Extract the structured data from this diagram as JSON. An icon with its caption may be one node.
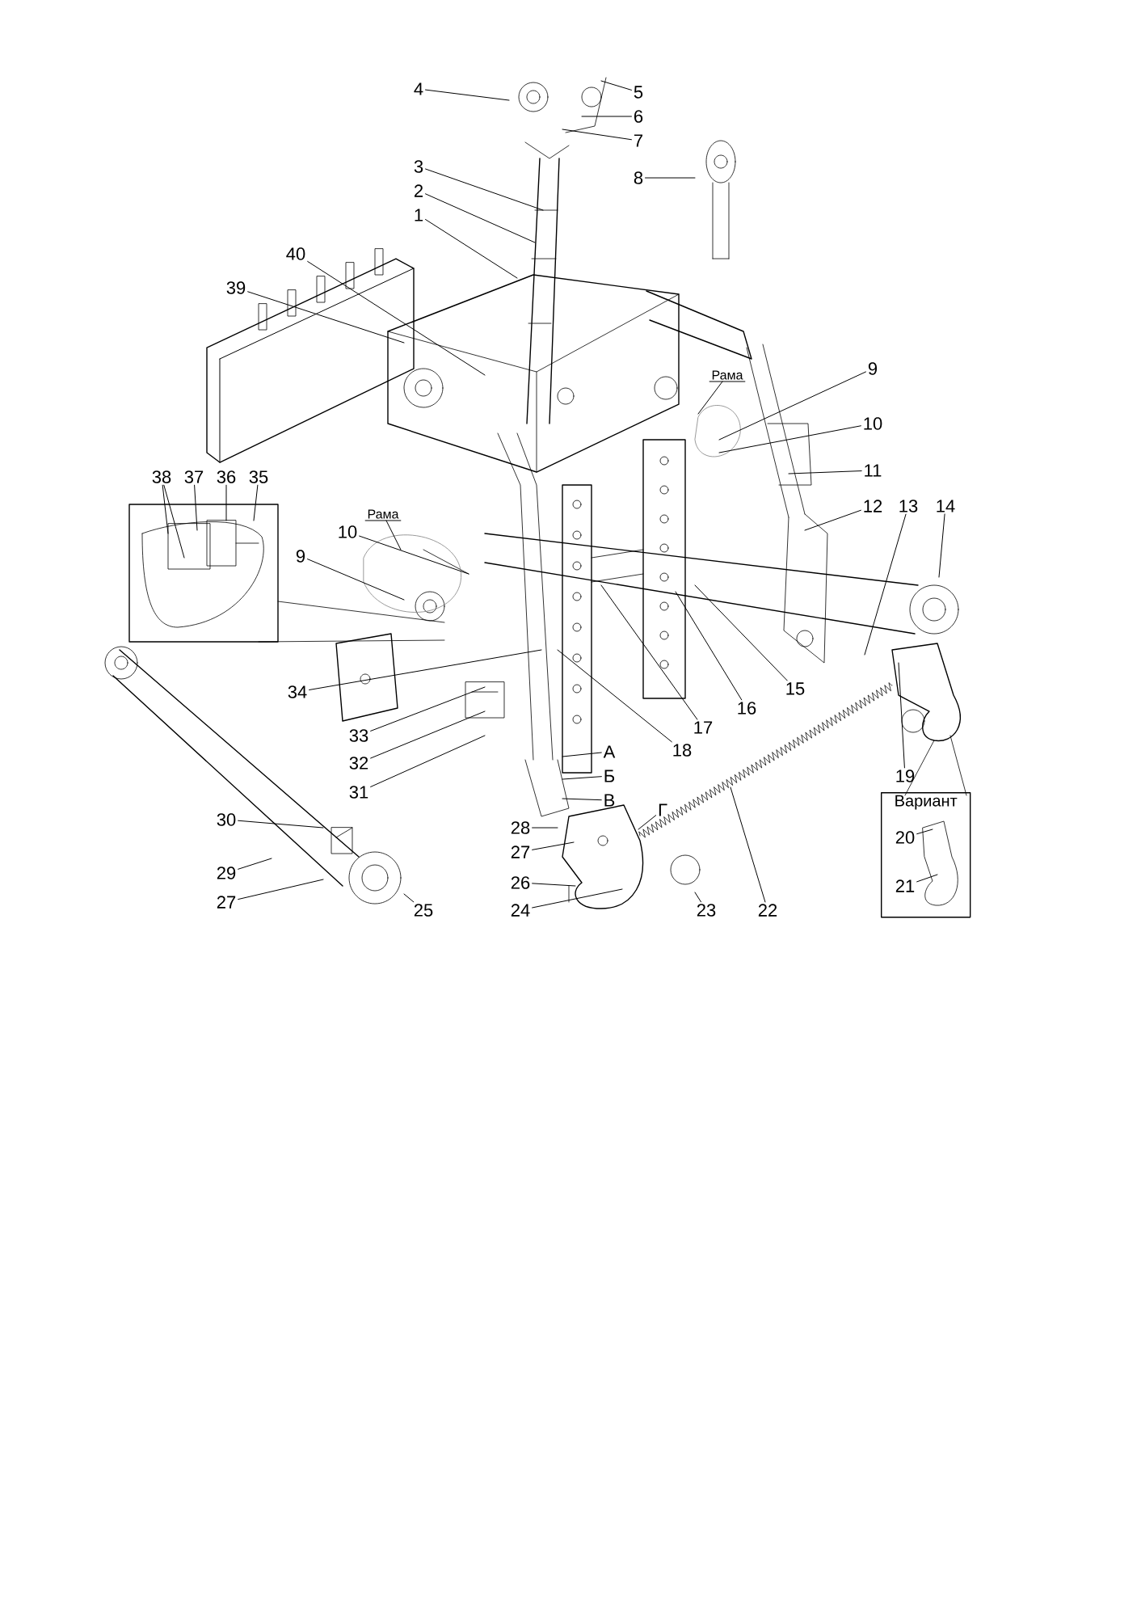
{
  "diagram": {
    "nodes": [
      {
        "text": [
          "4"
        ]
      },
      {
        "text": [
          "5"
        ]
      },
      {
        "text": [
          "6"
        ]
      },
      {
        "text": [
          "7"
        ]
      },
      {
        "text": [
          "3"
        ]
      },
      {
        "text": [
          "8"
        ]
      },
      {
        "text": [
          "2"
        ]
      },
      {
        "text": [
          "1"
        ]
      },
      {
        "text": [
          "40"
        ]
      },
      {
        "text": [
          "39"
        ]
      },
      {
        "text": [
          "9"
        ]
      },
      {
        "text": [
          "Рама"
        ]
      },
      {
        "text": [
          "10"
        ]
      },
      {
        "text": [
          "11"
        ]
      },
      {
        "text": [
          "38"
        ]
      },
      {
        "text": [
          "37"
        ]
      },
      {
        "text": [
          "36"
        ]
      },
      {
        "text": [
          "35"
        ]
      },
      {
        "text": [
          "12"
        ]
      },
      {
        "text": [
          "13"
        ]
      },
      {
        "text": [
          "14"
        ]
      },
      {
        "text": [
          "Рама"
        ]
      },
      {
        "text": [
          "10"
        ]
      },
      {
        "text": [
          "9"
        ]
      },
      {
        "text": [
          "34"
        ]
      },
      {
        "text": [
          "15"
        ]
      },
      {
        "text": [
          "16"
        ]
      },
      {
        "text": [
          "17"
        ]
      },
      {
        "text": [
          "33"
        ]
      },
      {
        "text": [
          "18"
        ]
      },
      {
        "text": [
          "32"
        ]
      },
      {
        "text": [
          "А"
        ]
      },
      {
        "text": [
          "19"
        ]
      },
      {
        "text": [
          "31"
        ]
      },
      {
        "text": [
          "Б"
        ]
      },
      {
        "text": [
          "В"
        ]
      },
      {
        "text": [
          "Вариант"
        ]
      },
      {
        "text": [
          "20"
        ],
        "in": 36
      },
      {
        "text": [
          "30"
        ]
      },
      {
        "text": [
          "Г"
        ]
      },
      {
        "text": [
          "28"
        ]
      },
      {
        "text": [
          "27"
        ]
      },
      {
        "text": [
          "29"
        ]
      },
      {
        "text": [
          "21"
        ],
        "in": 36
      },
      {
        "text": [
          "26"
        ]
      },
      {
        "text": [
          "27"
        ]
      },
      {
        "text": [
          "25"
        ]
      },
      {
        "text": [
          "24"
        ]
      },
      {
        "text": [
          "23"
        ]
      },
      {
        "text": [
          "22"
        ]
      }
    ],
    "edges": [
      {
        "from": 0,
        "to": null,
        "arrow": "none"
      },
      {
        "from": 1,
        "to": null,
        "arrow": "none"
      },
      {
        "from": 2,
        "to": null,
        "arrow": "none"
      },
      {
        "from": 3,
        "to": null,
        "arrow": "none"
      },
      {
        "from": 4,
        "to": null,
        "arrow": "none"
      },
      {
        "from": 5,
        "to": null,
        "arrow": "none"
      },
      {
        "from": 6,
        "to": null,
        "arrow": "none"
      },
      {
        "from": 7,
        "to": null,
        "arrow": "none"
      },
      {
        "from": 8,
        "to": null,
        "arrow": "none"
      },
      {
        "from": 9,
        "to": null,
        "arrow": "none"
      },
      {
        "from": 10,
        "to": null,
        "arrow": "none"
      },
      {
        "from": 11,
        "to": null,
        "arrow": "none"
      },
      {
        "from": 12,
        "to": null,
        "arrow": "none"
      },
      {
        "from": 13,
        "to": null,
        "arrow": "none"
      },
      {
        "from": 14,
        "to": null,
        "arrow": "none"
      },
      {
        "from": 14,
        "to": null,
        "arrow": "none"
      },
      {
        "from": 15,
        "to": null,
        "arrow": "none"
      },
      {
        "from": 16,
        "to": null,
        "arrow": "none"
      },
      {
        "from": 17,
        "to": null,
        "arrow": "none"
      },
      {
        "from": 18,
        "to": null,
        "arrow": "none"
      },
      {
        "from": 19,
        "to": null,
        "arrow": "none"
      },
      {
        "from": 20,
        "to": null,
        "arrow": "none"
      },
      {
        "from": 21,
        "to": null,
        "arrow": "none"
      },
      {
        "from": 22,
        "to": null,
        "arrow": "none"
      },
      {
        "from": 23,
        "to": null,
        "arrow": "none"
      },
      {
        "from": 24,
        "to": null,
        "arrow": "none"
      },
      {
        "from": 25,
        "to": null,
        "arrow": "none"
      },
      {
        "from": 26,
        "to": null,
        "arrow": "none"
      },
      {
        "from": 27,
        "to": null,
        "arrow": "none"
      },
      {
        "from": 28,
        "to": null,
        "arrow": "none"
      },
      {
        "from": 29,
        "to": null,
        "arrow": "none"
      },
      {
        "from": 30,
        "to": null,
        "arrow": "none"
      },
      {
        "from": 31,
        "to": null,
        "arrow": "none"
      },
      {
        "from": 32,
        "to": null,
        "arrow": "none"
      },
      {
        "from": 33,
        "to": null,
        "arrow": "none"
      },
      {
        "from": 34,
        "to": null,
        "arrow": "none"
      },
      {
        "from": 35,
        "to": null,
        "arrow": "none"
      },
      {
        "from": 37,
        "to": null,
        "arrow": "none"
      },
      {
        "from": 38,
        "to": null,
        "arrow": "none"
      },
      {
        "from": 39,
        "to": null,
        "arrow": "none"
      },
      {
        "from": 40,
        "to": null,
        "arrow": "none"
      },
      {
        "from": 41,
        "to": null,
        "arrow": "none"
      },
      {
        "from": 42,
        "to": null,
        "arrow": "none"
      },
      {
        "from": 43,
        "to": null,
        "arrow": "none"
      },
      {
        "from": 44,
        "to": null,
        "arrow": "none"
      },
      {
        "from": 45,
        "to": null,
        "arrow": "none"
      },
      {
        "from": 46,
        "to": null,
        "arrow": "none"
      },
      {
        "from": 47,
        "to": null,
        "arrow": "none"
      },
      {
        "from": 48,
        "to": null,
        "arrow": "none"
      },
      {
        "from": 49,
        "to": null,
        "arrow": "none"
      }
    ]
  }
}
